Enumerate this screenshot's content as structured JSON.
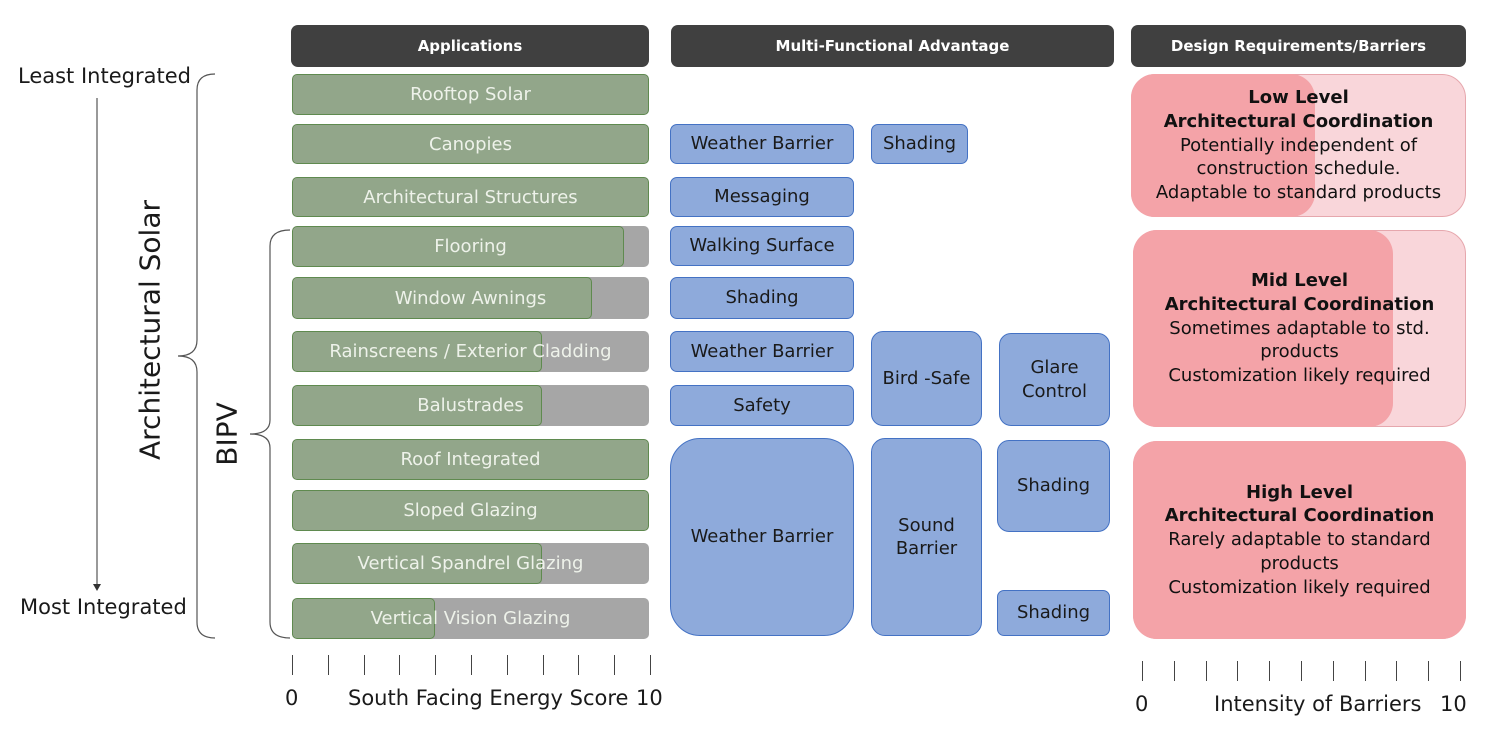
{
  "headers": {
    "applications": "Applications",
    "multi_functional": "Multi-Functional Advantage",
    "design_requirements": "Design Requirements/Barriers"
  },
  "side_labels": {
    "least": "Least Integrated",
    "most": "Most Integrated",
    "architectural_solar": "Architectural Solar",
    "bipv": "BIPV"
  },
  "applications": [
    {
      "label": "Rooftop Solar",
      "score": 10
    },
    {
      "label": "Canopies",
      "score": 10
    },
    {
      "label": "Architectural Structures",
      "score": 10
    },
    {
      "label": "Flooring",
      "score": 9.3
    },
    {
      "label": "Window Awnings",
      "score": 8.4
    },
    {
      "label": "Rainscreens / Exterior Cladding",
      "score": 7
    },
    {
      "label": "Balustrades",
      "score": 7
    },
    {
      "label": "Roof Integrated",
      "score": 10
    },
    {
      "label": "Sloped Glazing",
      "score": 10
    },
    {
      "label": "Vertical Spandrel Glazing",
      "score": 7
    },
    {
      "label": "Vertical Vision Glazing",
      "score": 4
    }
  ],
  "advantages": {
    "canopies_weather": "Weather Barrier",
    "canopies_shading": "Shading",
    "messaging": "Messaging",
    "walking_surface": "Walking Surface",
    "awnings_shading": "Shading",
    "cladding_weather": "Weather Barrier",
    "bird_safe": "Bird -Safe",
    "glare_control": "Glare Control",
    "safety": "Safety",
    "integrated_weather": "Weather Barrier",
    "sound_barrier": "Sound Barrier",
    "shading_a": "Shading",
    "shading_b": "Shading"
  },
  "requirements": [
    {
      "level": "Low Level",
      "title": "Architectural Coordination",
      "lines": [
        "Potentially independent of",
        "construction schedule.",
        "Adaptable to standard products"
      ],
      "intensity": 5.5
    },
    {
      "level": "Mid Level",
      "title": "Architectural Coordination",
      "lines": [
        "Sometimes adaptable to std.",
        "products",
        "Customization likely required"
      ],
      "intensity": 7.8
    },
    {
      "level": "High Level",
      "title": "Architectural Coordination",
      "lines": [
        "Rarely adaptable to standard",
        "products",
        "Customization likely required"
      ],
      "intensity": 10
    }
  ],
  "energy_axis": {
    "label": "South Facing Energy Score",
    "min_label": "0",
    "max_label": "10",
    "min": 0,
    "max": 10
  },
  "barrier_axis": {
    "label": "Intensity of Barriers",
    "min_label": "0",
    "max_label": "10",
    "min": 0,
    "max": 10
  },
  "colors": {
    "header": "#404040",
    "app_fill": "#92a68a",
    "app_track": "#a6a6a6",
    "advantage": "#8eaadb",
    "req_light": "#f9d6da",
    "req_strong": "#f4a3a8"
  }
}
